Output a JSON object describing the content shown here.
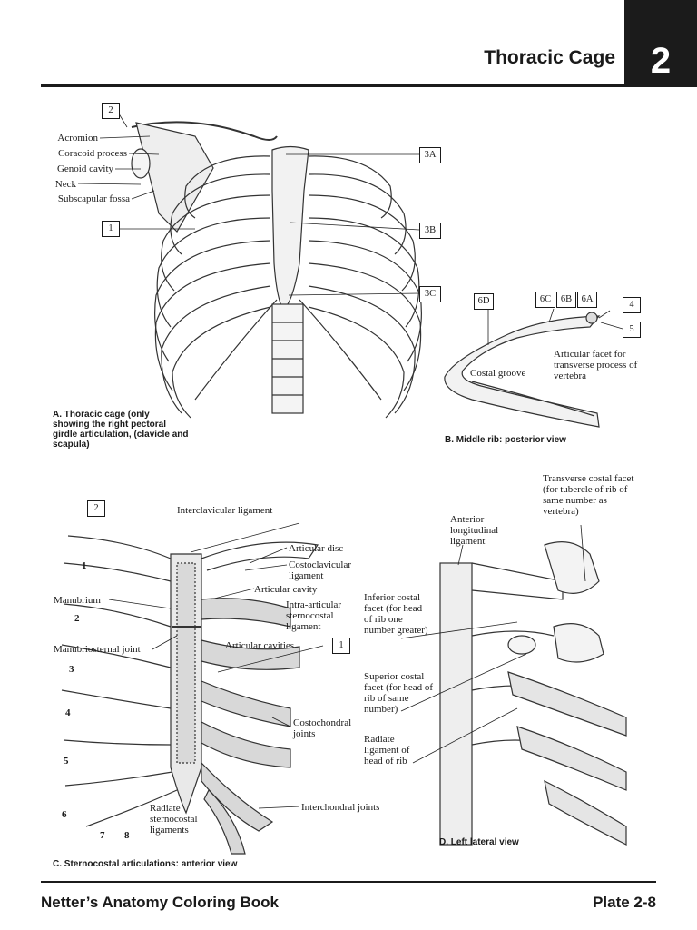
{
  "header": {
    "title": "Thoracic Cage",
    "chapter": "2"
  },
  "footer": {
    "book": "Netter’s Anatomy Coloring Book",
    "plate": "Plate 2-8"
  },
  "panelA": {
    "caption": "A. Thoracic cage (only showing the right pectoral girdle articulation, (clavicle and scapula)",
    "labels": [
      "Acromion",
      "Coracoid process",
      "Genoid cavity",
      "Neck",
      "Subscapular fossa"
    ],
    "boxes": [
      "2",
      "1",
      "3A",
      "3B",
      "3C"
    ]
  },
  "panelB": {
    "caption": "B. Middle rib: posterior view",
    "labels": [
      "Costal groove",
      "Articular facet for transverse process of vertebra"
    ],
    "boxes": [
      "6D",
      "6C",
      "6B",
      "6A",
      "4",
      "5"
    ]
  },
  "panelC": {
    "caption": "C. Sternocostal articulations: anterior view",
    "labels": [
      "Interclavicular ligament",
      "Articular disc",
      "Costoclavicular ligament",
      "Articular cavity",
      "Intra-articular sternocostal ligament",
      "Articular cavities",
      "Manubrium",
      "Manubriosternal joint",
      "Costochondral joints",
      "Radiate sternocostal ligaments",
      "Interchondral joints"
    ],
    "boxes": [
      "2",
      "1"
    ],
    "rib_numbers": [
      "1",
      "2",
      "3",
      "4",
      "5",
      "6",
      "7",
      "8"
    ]
  },
  "panelD": {
    "caption": "D. Left lateral view",
    "labels": [
      "Transverse costal facet (for tubercle of rib of same number as vertebra)",
      "Anterior longitudinal ligament",
      "Inferior costal facet (for head of rib one number greater)",
      "Superior costal facet (for head of rib of same number)",
      "Radiate ligament of head of rib"
    ]
  }
}
